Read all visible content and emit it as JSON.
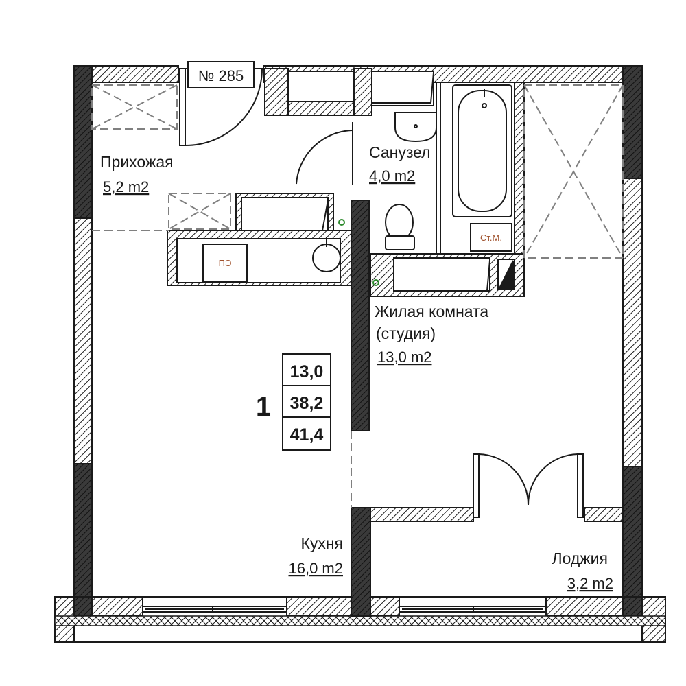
{
  "apartment_number": "№ 285",
  "summary": {
    "rooms_count": "1",
    "living_area": "13,0",
    "total_area": "38,2",
    "total_with_loggia": "41,4"
  },
  "rooms": {
    "hallway": {
      "name": "Прихожая",
      "area": "5,2 m2"
    },
    "bathroom": {
      "name": "Санузел",
      "area": "4,0 m2"
    },
    "living_room": {
      "name_line1": "Жилая комната",
      "name_line2": "(студия)",
      "area": "13,0 m2"
    },
    "kitchen": {
      "name": "Кухня",
      "area": "16,0 m2"
    },
    "loggia": {
      "name": "Лоджия",
      "area": "3,2 m2"
    }
  },
  "fixtures": {
    "electrical_panel": "ПЭ",
    "washing_machine": "Ст.М."
  },
  "colors": {
    "wall_dark": "#3a3a3a",
    "line": "#1a1a1a",
    "dashed": "#808080",
    "riser": "#2e8b2e",
    "fixture_text": "#a0522d"
  }
}
